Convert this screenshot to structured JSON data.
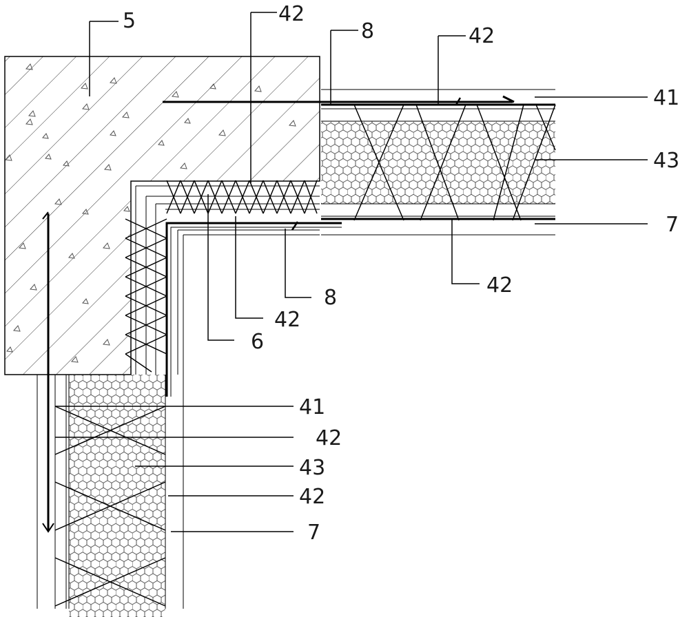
{
  "labels": {
    "n5": "5",
    "n42_top": "42",
    "n8_top": "8",
    "n42_top_right": "42",
    "n41_right": "41",
    "n43_right": "43",
    "n7_right": "7",
    "n42_right_below": "42",
    "n8_mid": "8",
    "n42_mid": "42",
    "n6": "6",
    "n41_left": "41",
    "n42_left_a": "42",
    "n43_left": "43",
    "n42_left_b": "42",
    "n7_left": "7"
  }
}
